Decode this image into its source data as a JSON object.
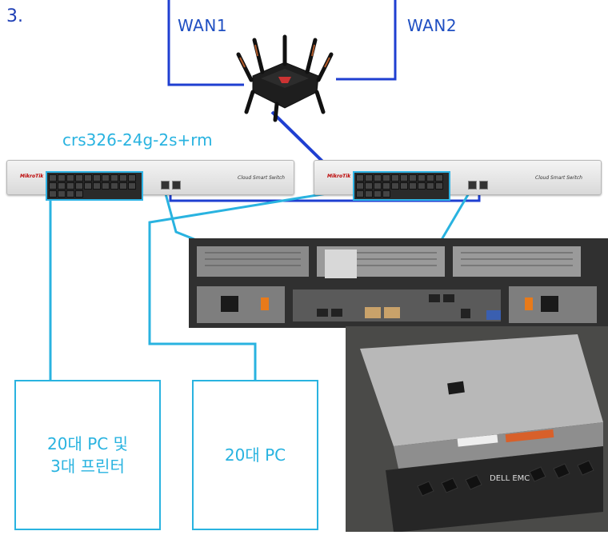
{
  "step": "3.",
  "wan1": "WAN1",
  "wan2": "WAN2",
  "switch_model": "crs326-24g-2s+rm",
  "switch_left": {
    "brand": "MikroTik",
    "label": "Cloud Smart Switch"
  },
  "switch_right": {
    "brand": "MikroTik",
    "label": "Cloud Smart Switch"
  },
  "box_left": "20대 PC 및\n3대 프린터",
  "box_right": "20대 PC",
  "server_brand": "DELL EMC",
  "colors": {
    "wan_line": "#1f3fd1",
    "lan_line": "#29b3e0"
  }
}
